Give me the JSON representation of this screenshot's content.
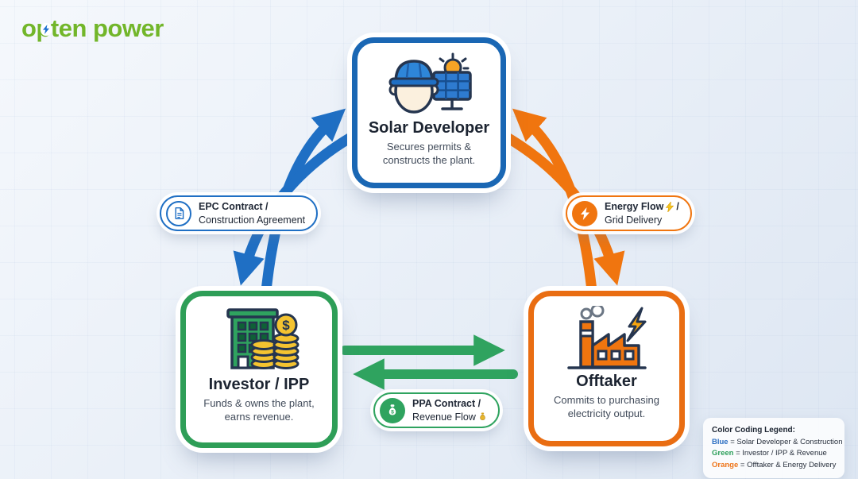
{
  "logo": {
    "prefix": "op",
    "rest": "ten power",
    "full_text": "opten power",
    "brand_green": "#72b62a",
    "bolt_blue": "#1b6fd0"
  },
  "nodes": {
    "solar_developer": {
      "title": "Solar Developer",
      "description": "Secures permits & constructs the plant.",
      "color": "#1a67b4",
      "icon": "worker-hardhat-solar-panel-icon"
    },
    "investor": {
      "title": "Investor / IPP",
      "description": "Funds & owns the plant, earns revenue.",
      "color": "#2e9e57",
      "icon": "building-coins-icon"
    },
    "offtaker": {
      "title": "Offtaker",
      "description": "Commits to purchasing electricity output.",
      "color": "#e96d12",
      "icon": "factory-lightning-icon"
    }
  },
  "labels": {
    "epc": {
      "line1": "EPC Contract /",
      "line2": "Construction Agreement",
      "icon": "document-icon",
      "color": "#1f6fc4"
    },
    "energy": {
      "line1_pre": "Energy Flow",
      "line1_post": "/",
      "line2": "Grid Delivery",
      "icon": "lightning-bolt-icon",
      "color": "#f0750f"
    },
    "ppa": {
      "line1": "PPA Contract /",
      "line2": "Revenue Flow",
      "icon": "money-bag-icon",
      "color": "#2fa35f"
    }
  },
  "arrows": {
    "blue_pair": "Investor ↔ Solar Developer (curved, double, up-right & down-left)",
    "orange_pair": "Solar Developer ↔ Offtaker (curved, double, up-left & down-right)",
    "green_pair": "Investor ↔ Offtaker (straight horizontal, double)",
    "blue": "#1f6fc4",
    "orange": "#f0750f",
    "green": "#2fa35f"
  },
  "legend": {
    "title": "Color Coding Legend:",
    "items": [
      {
        "term": "Blue",
        "rest": " = Solar Developer & Construction",
        "color": "#2d6fc2"
      },
      {
        "term": "Green",
        "rest": " = Investor / IPP & Revenue",
        "color": "#2fa05c"
      },
      {
        "term": "Orange",
        "rest": " = Offtaker & Energy Delivery",
        "color": "#ee7418"
      }
    ]
  }
}
